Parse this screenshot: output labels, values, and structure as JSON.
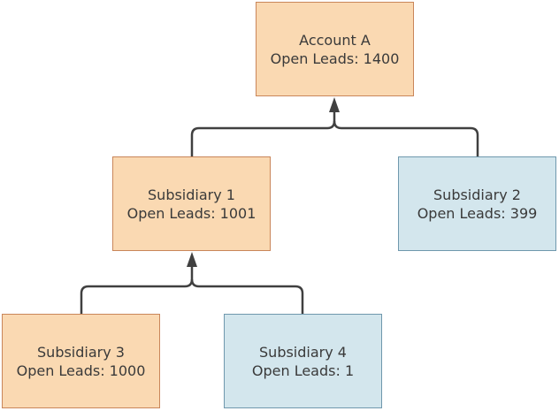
{
  "colors": {
    "orange_fill": "#fad9b2",
    "orange_border": "#c9865a",
    "blue_fill": "#d3e6ed",
    "blue_border": "#6f98ad",
    "connector": "#404040",
    "text": "#3a3a3a"
  },
  "nodes": {
    "account_a": {
      "title": "Account A",
      "leads": "Open Leads: 1400",
      "color": "orange"
    },
    "subsidiary_1": {
      "title": "Subsidiary 1",
      "leads": "Open Leads: 1001",
      "color": "orange"
    },
    "subsidiary_2": {
      "title": "Subsidiary 2",
      "leads": "Open Leads: 399",
      "color": "blue"
    },
    "subsidiary_3": {
      "title": "Subsidiary 3",
      "leads": "Open Leads: 1000",
      "color": "orange"
    },
    "subsidiary_4": {
      "title": "Subsidiary 4",
      "leads": "Open Leads: 1",
      "color": "blue"
    }
  },
  "edges": [
    {
      "from": "subsidiary_1",
      "to": "account_a"
    },
    {
      "from": "subsidiary_2",
      "to": "account_a"
    },
    {
      "from": "subsidiary_3",
      "to": "subsidiary_1"
    },
    {
      "from": "subsidiary_4",
      "to": "subsidiary_1"
    }
  ]
}
